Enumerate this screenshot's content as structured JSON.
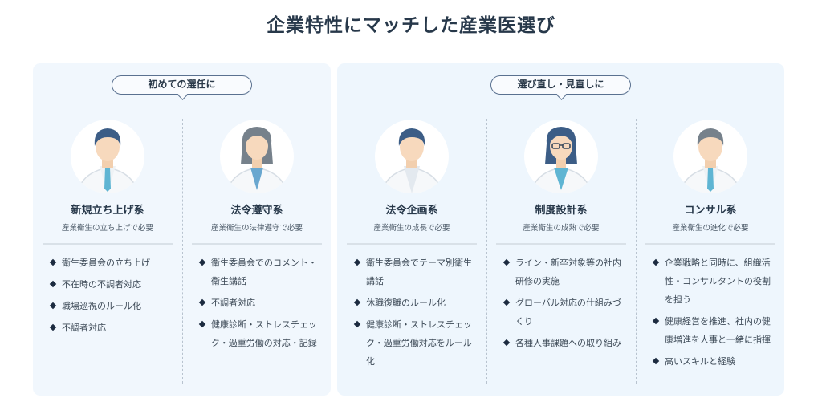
{
  "title": "企業特性にマッチした産業医選び",
  "colors": {
    "panel_bg": "#f1f7fd",
    "bubble_border": "#5a7190",
    "title_text": "#27384a",
    "bullet": "#1c2b40",
    "tie_blue": "#5fb5d3",
    "hair_navy": "#3c5d86",
    "hair_gray": "#76818b"
  },
  "groups": [
    {
      "label": "初めての選任に",
      "columns": [
        {
          "avatar": "male-doctor-navy-hair-tie-icon",
          "title": "新規立ち上げ系",
          "subtitle": "産業衛生の立ち上げで必要",
          "items": [
            "衛生委員会の立ち上げ",
            "不在時の不調者対応",
            "職場巡視のルール化",
            "不調者対応"
          ]
        },
        {
          "avatar": "female-doctor-gray-hair-icon",
          "title": "法令遵守系",
          "subtitle": "産業衛生の法律遵守で必要",
          "items": [
            "衛生委員会でのコメント・衛生講話",
            "不調者対応",
            "健康診断・ストレスチェック・過重労働の対応・記録"
          ]
        }
      ]
    },
    {
      "label": "選び直し・見直しに",
      "columns": [
        {
          "avatar": "male-doctor-navy-hair-no-tie-icon",
          "title": "法令企画系",
          "subtitle": "産業衛生の成長で必要",
          "items": [
            "衛生委員会でテーマ別衛生講話",
            "休職復職のルール化",
            "健康診断・ストレスチェック・過重労働対応をルール化"
          ]
        },
        {
          "avatar": "female-doctor-glasses-icon",
          "title": "制度設計系",
          "subtitle": "産業衛生の成熟で必要",
          "items": [
            "ライン・新卒対象等の社内研修の実施",
            "グローバル対応の仕組みづくり",
            "各種人事課題への取り組み"
          ]
        },
        {
          "avatar": "male-doctor-gray-hair-tie-icon",
          "title": "コンサル系",
          "subtitle": "産業衛生の進化で必要",
          "items": [
            "企業戦略と同時に、組織活性・コンサルタントの役割を担う",
            "健康経営を推進、社内の健康増進を人事と一緒に指揮",
            "高いスキルと経験"
          ]
        }
      ]
    }
  ]
}
